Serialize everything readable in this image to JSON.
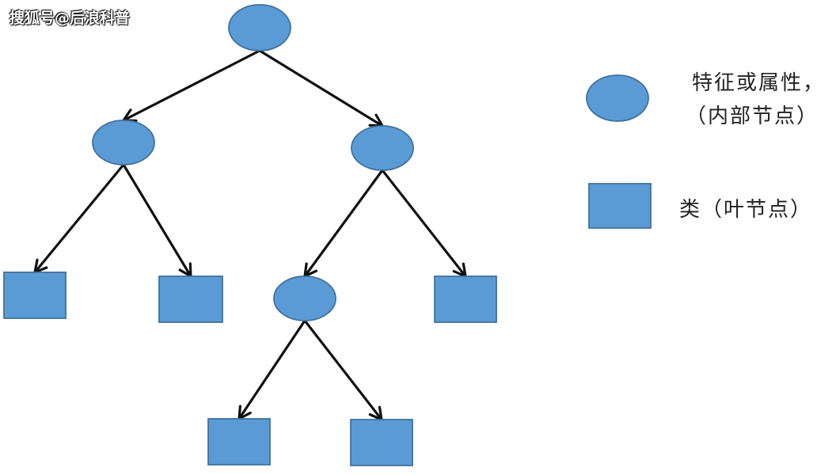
{
  "watermark": "搜狐号@后浪科普",
  "legend": {
    "internal_line1": "特征或属性，",
    "internal_line2": "（内部节点）",
    "leaf": "类（叶节点）"
  },
  "colors": {
    "node_fill": "#5b9bd5",
    "node_stroke": "#41719c",
    "edge": "#111111"
  },
  "tree": {
    "nodes": [
      {
        "id": "root",
        "type": "internal"
      },
      {
        "id": "left",
        "type": "internal"
      },
      {
        "id": "right",
        "type": "internal"
      },
      {
        "id": "left-left",
        "type": "leaf"
      },
      {
        "id": "left-right",
        "type": "leaf"
      },
      {
        "id": "right-left",
        "type": "internal"
      },
      {
        "id": "right-right",
        "type": "leaf"
      },
      {
        "id": "right-left-left",
        "type": "leaf"
      },
      {
        "id": "right-left-right",
        "type": "leaf"
      }
    ],
    "edges": [
      [
        "root",
        "left"
      ],
      [
        "root",
        "right"
      ],
      [
        "left",
        "left-left"
      ],
      [
        "left",
        "left-right"
      ],
      [
        "right",
        "right-left"
      ],
      [
        "right",
        "right-right"
      ],
      [
        "right-left",
        "right-left-left"
      ],
      [
        "right-left",
        "right-left-right"
      ]
    ]
  }
}
